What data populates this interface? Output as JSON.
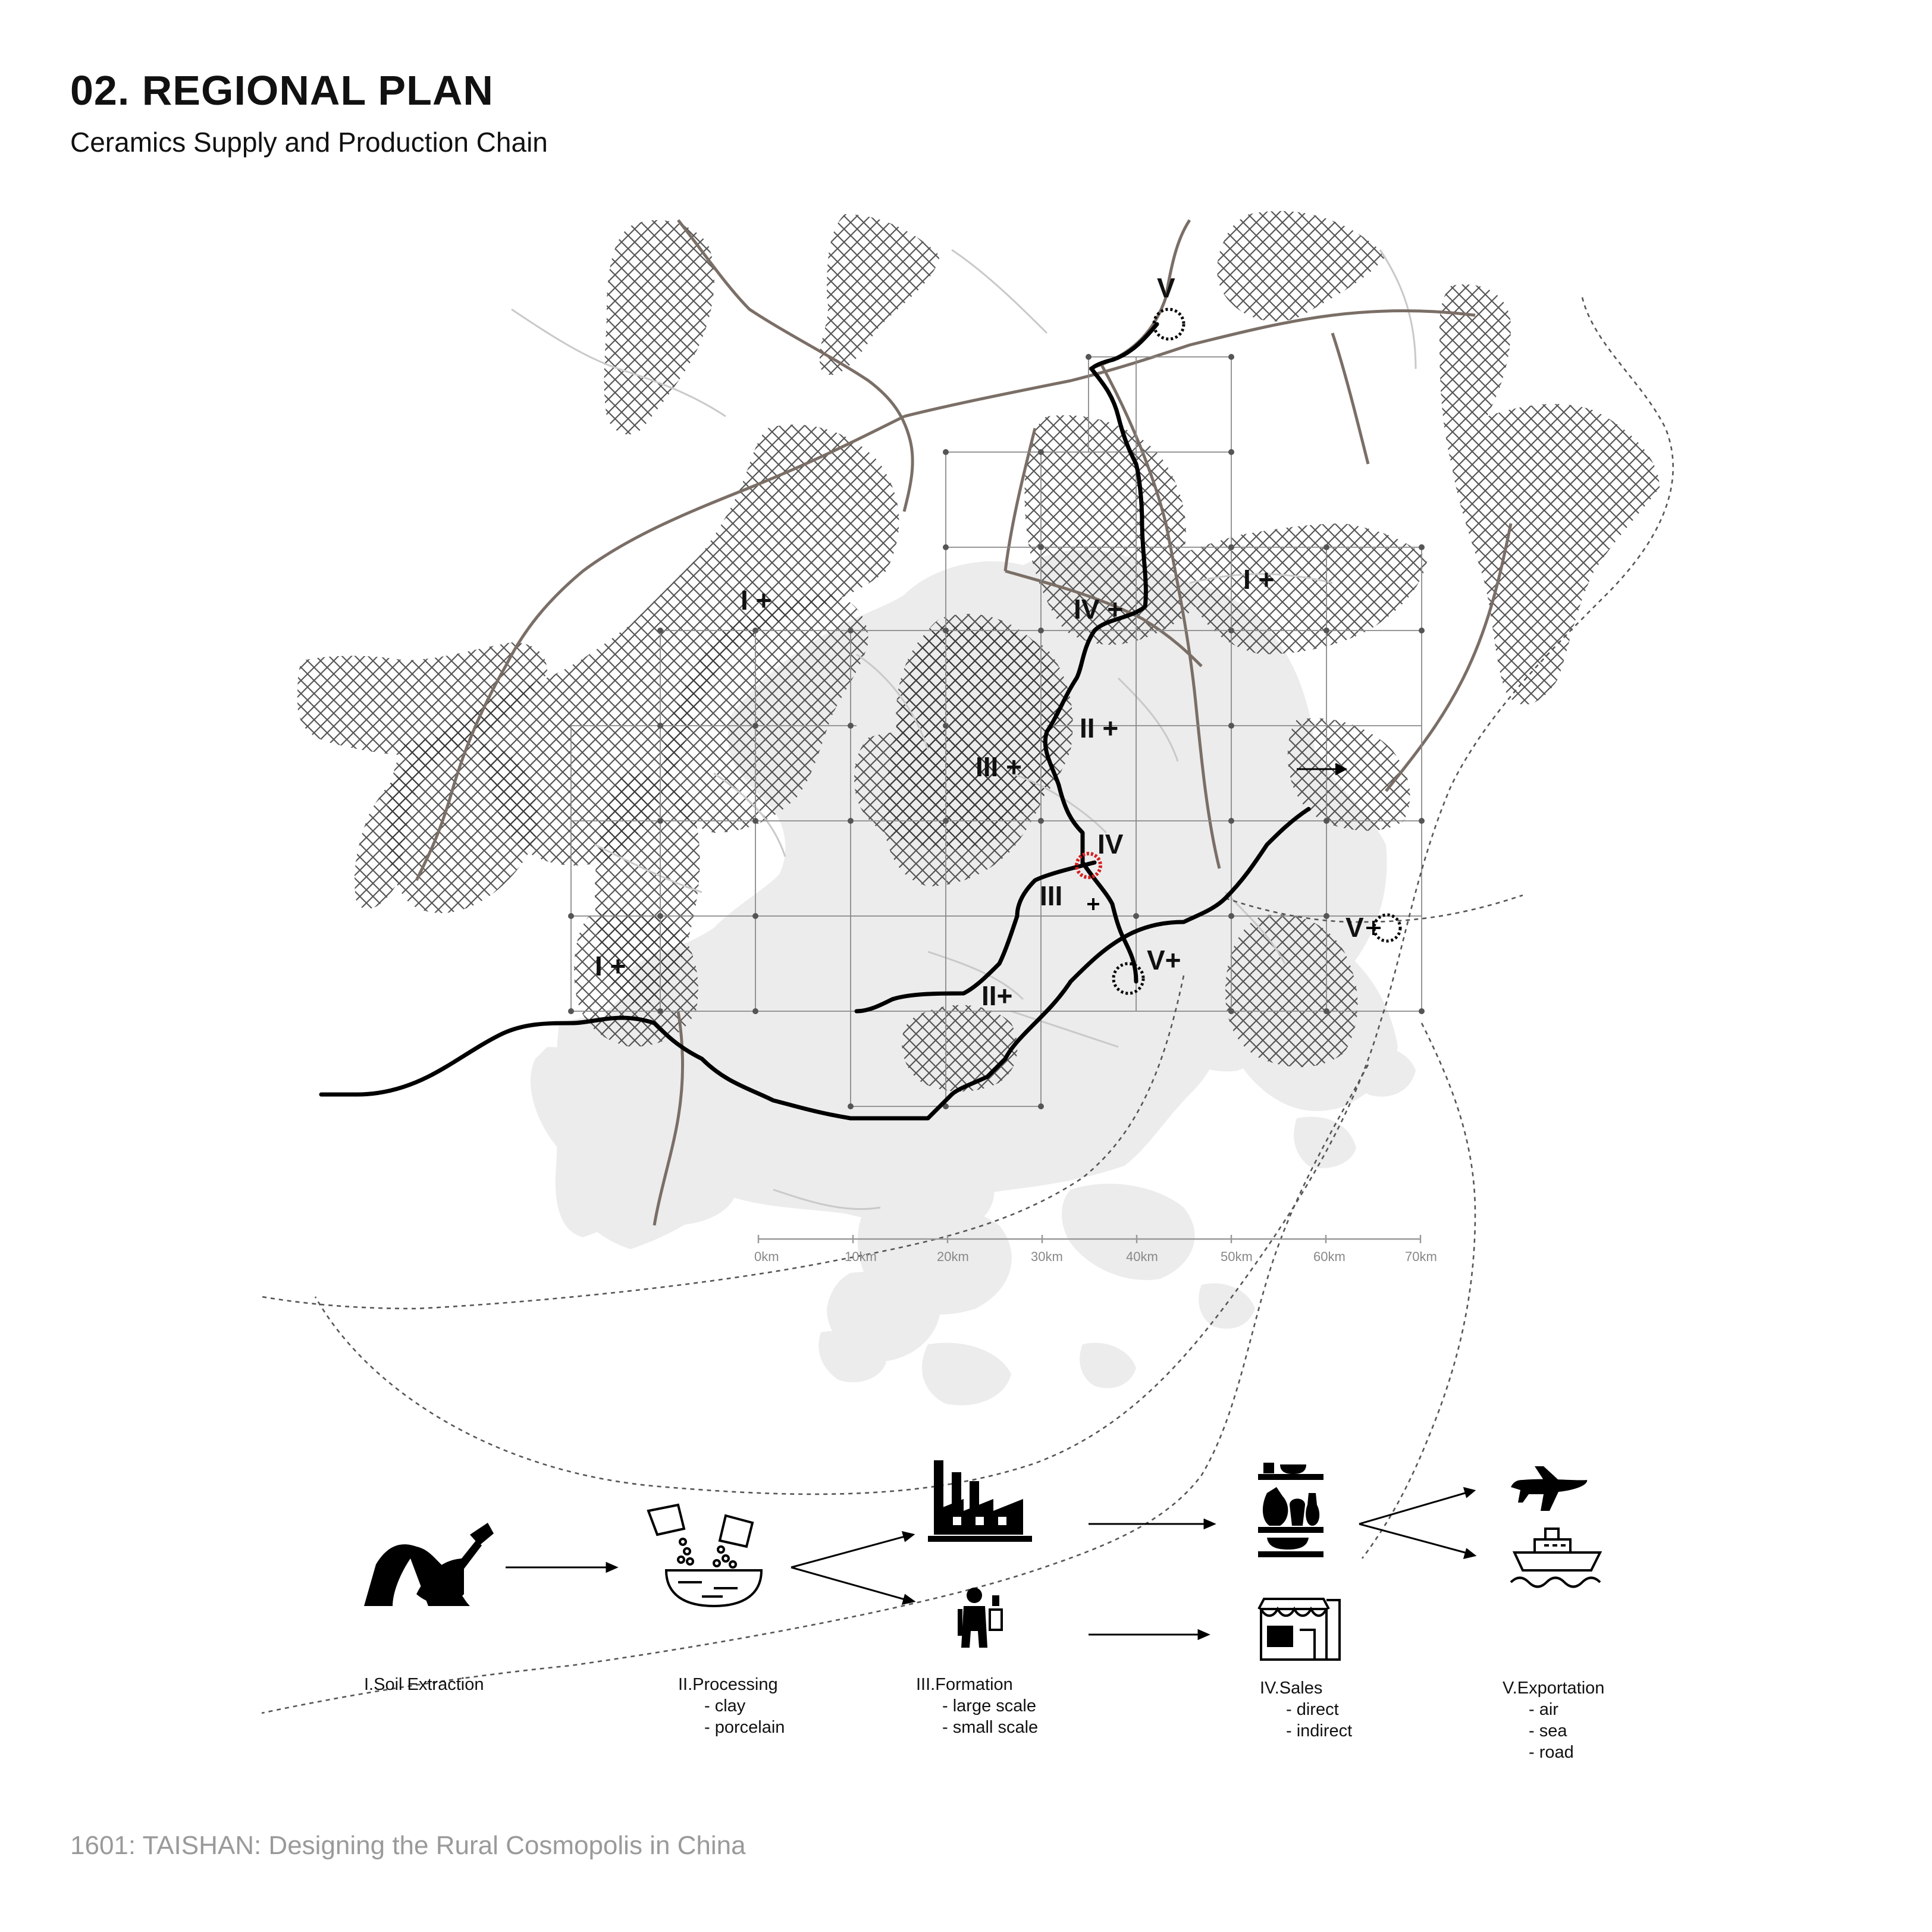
{
  "header": {
    "title": "02. REGIONAL PLAN",
    "subtitle": "Ceramics Supply and Production Chain"
  },
  "footer": {
    "text": "1601: TAISHAN: Designing the Rural Cosmopolis in China"
  },
  "colors": {
    "land": "#ececec",
    "hatch": "#3a3a3a",
    "road": "#7a6e66",
    "minor_road": "#c9c9c9",
    "main_route": "#000000",
    "grid": "#8a8a8a",
    "highlight": "#d42020"
  },
  "map": {
    "site_labels": [
      {
        "id": "v-top",
        "text": "V"
      },
      {
        "id": "i-ne",
        "text": "I +"
      },
      {
        "id": "i-nw",
        "text": "I +"
      },
      {
        "id": "iv-north",
        "text": "IV +"
      },
      {
        "id": "ii-center",
        "text": "II +"
      },
      {
        "id": "iii-west",
        "text": "III +"
      },
      {
        "id": "iv-center",
        "text": "IV"
      },
      {
        "id": "iii-center",
        "text": "III"
      },
      {
        "id": "v-center",
        "text": "V+"
      },
      {
        "id": "v-east",
        "text": "V"
      },
      {
        "id": "i-sw",
        "text": "I +"
      },
      {
        "id": "ii-south",
        "text": "II+"
      }
    ],
    "scale_bar": [
      "0km",
      "10km",
      "20km",
      "30km",
      "40km",
      "50km",
      "60km",
      "70km"
    ]
  },
  "chain": {
    "steps": [
      {
        "icon": "shovel-soil-icon",
        "label": "I.Soil Extraction",
        "items": []
      },
      {
        "icon": "processing-bowl-icon",
        "label": "II.Processing",
        "items": [
          "- clay",
          "- porcelain"
        ]
      },
      {
        "icon": "factory-icon",
        "label": "III.Formation",
        "items": [
          "- large scale",
          "- small scale"
        ]
      },
      {
        "icon": "ceramics-shelf-icon",
        "label": "IV.Sales",
        "items": [
          "- direct",
          "- indirect"
        ]
      },
      {
        "icon": "airplane-icon",
        "label": "V.Exportation",
        "items": [
          "- air",
          "- sea",
          "- road"
        ]
      }
    ],
    "extra_icons": [
      "worker-icon",
      "shop-icon",
      "ship-icon"
    ]
  }
}
